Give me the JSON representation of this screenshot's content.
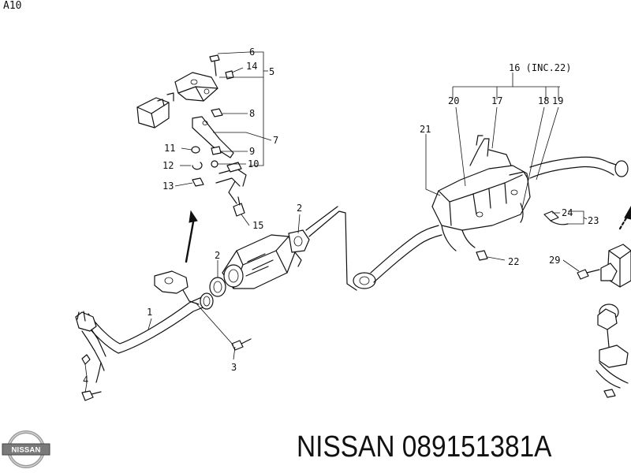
{
  "sheet_code": "A10",
  "caption": "NISSAN 089151381A",
  "logo": {
    "text": "NISSAN",
    "icon": "nissan-logo"
  },
  "callouts": {
    "c1": "1",
    "c2a": "2",
    "c2b": "2",
    "c3": "3",
    "c4": "4",
    "c5": "5",
    "c6": "6",
    "c7": "7",
    "c8": "8",
    "c9": "9",
    "c10": "10",
    "c11": "11",
    "c12": "12",
    "c13": "13",
    "c14": "14",
    "c15": "15",
    "c16": "16 (INC.22)",
    "c17": "17",
    "c18": "18",
    "c19": "19",
    "c20": "20",
    "c21": "21",
    "c22": "22",
    "c23": "23",
    "c24": "24",
    "c29": "29"
  }
}
